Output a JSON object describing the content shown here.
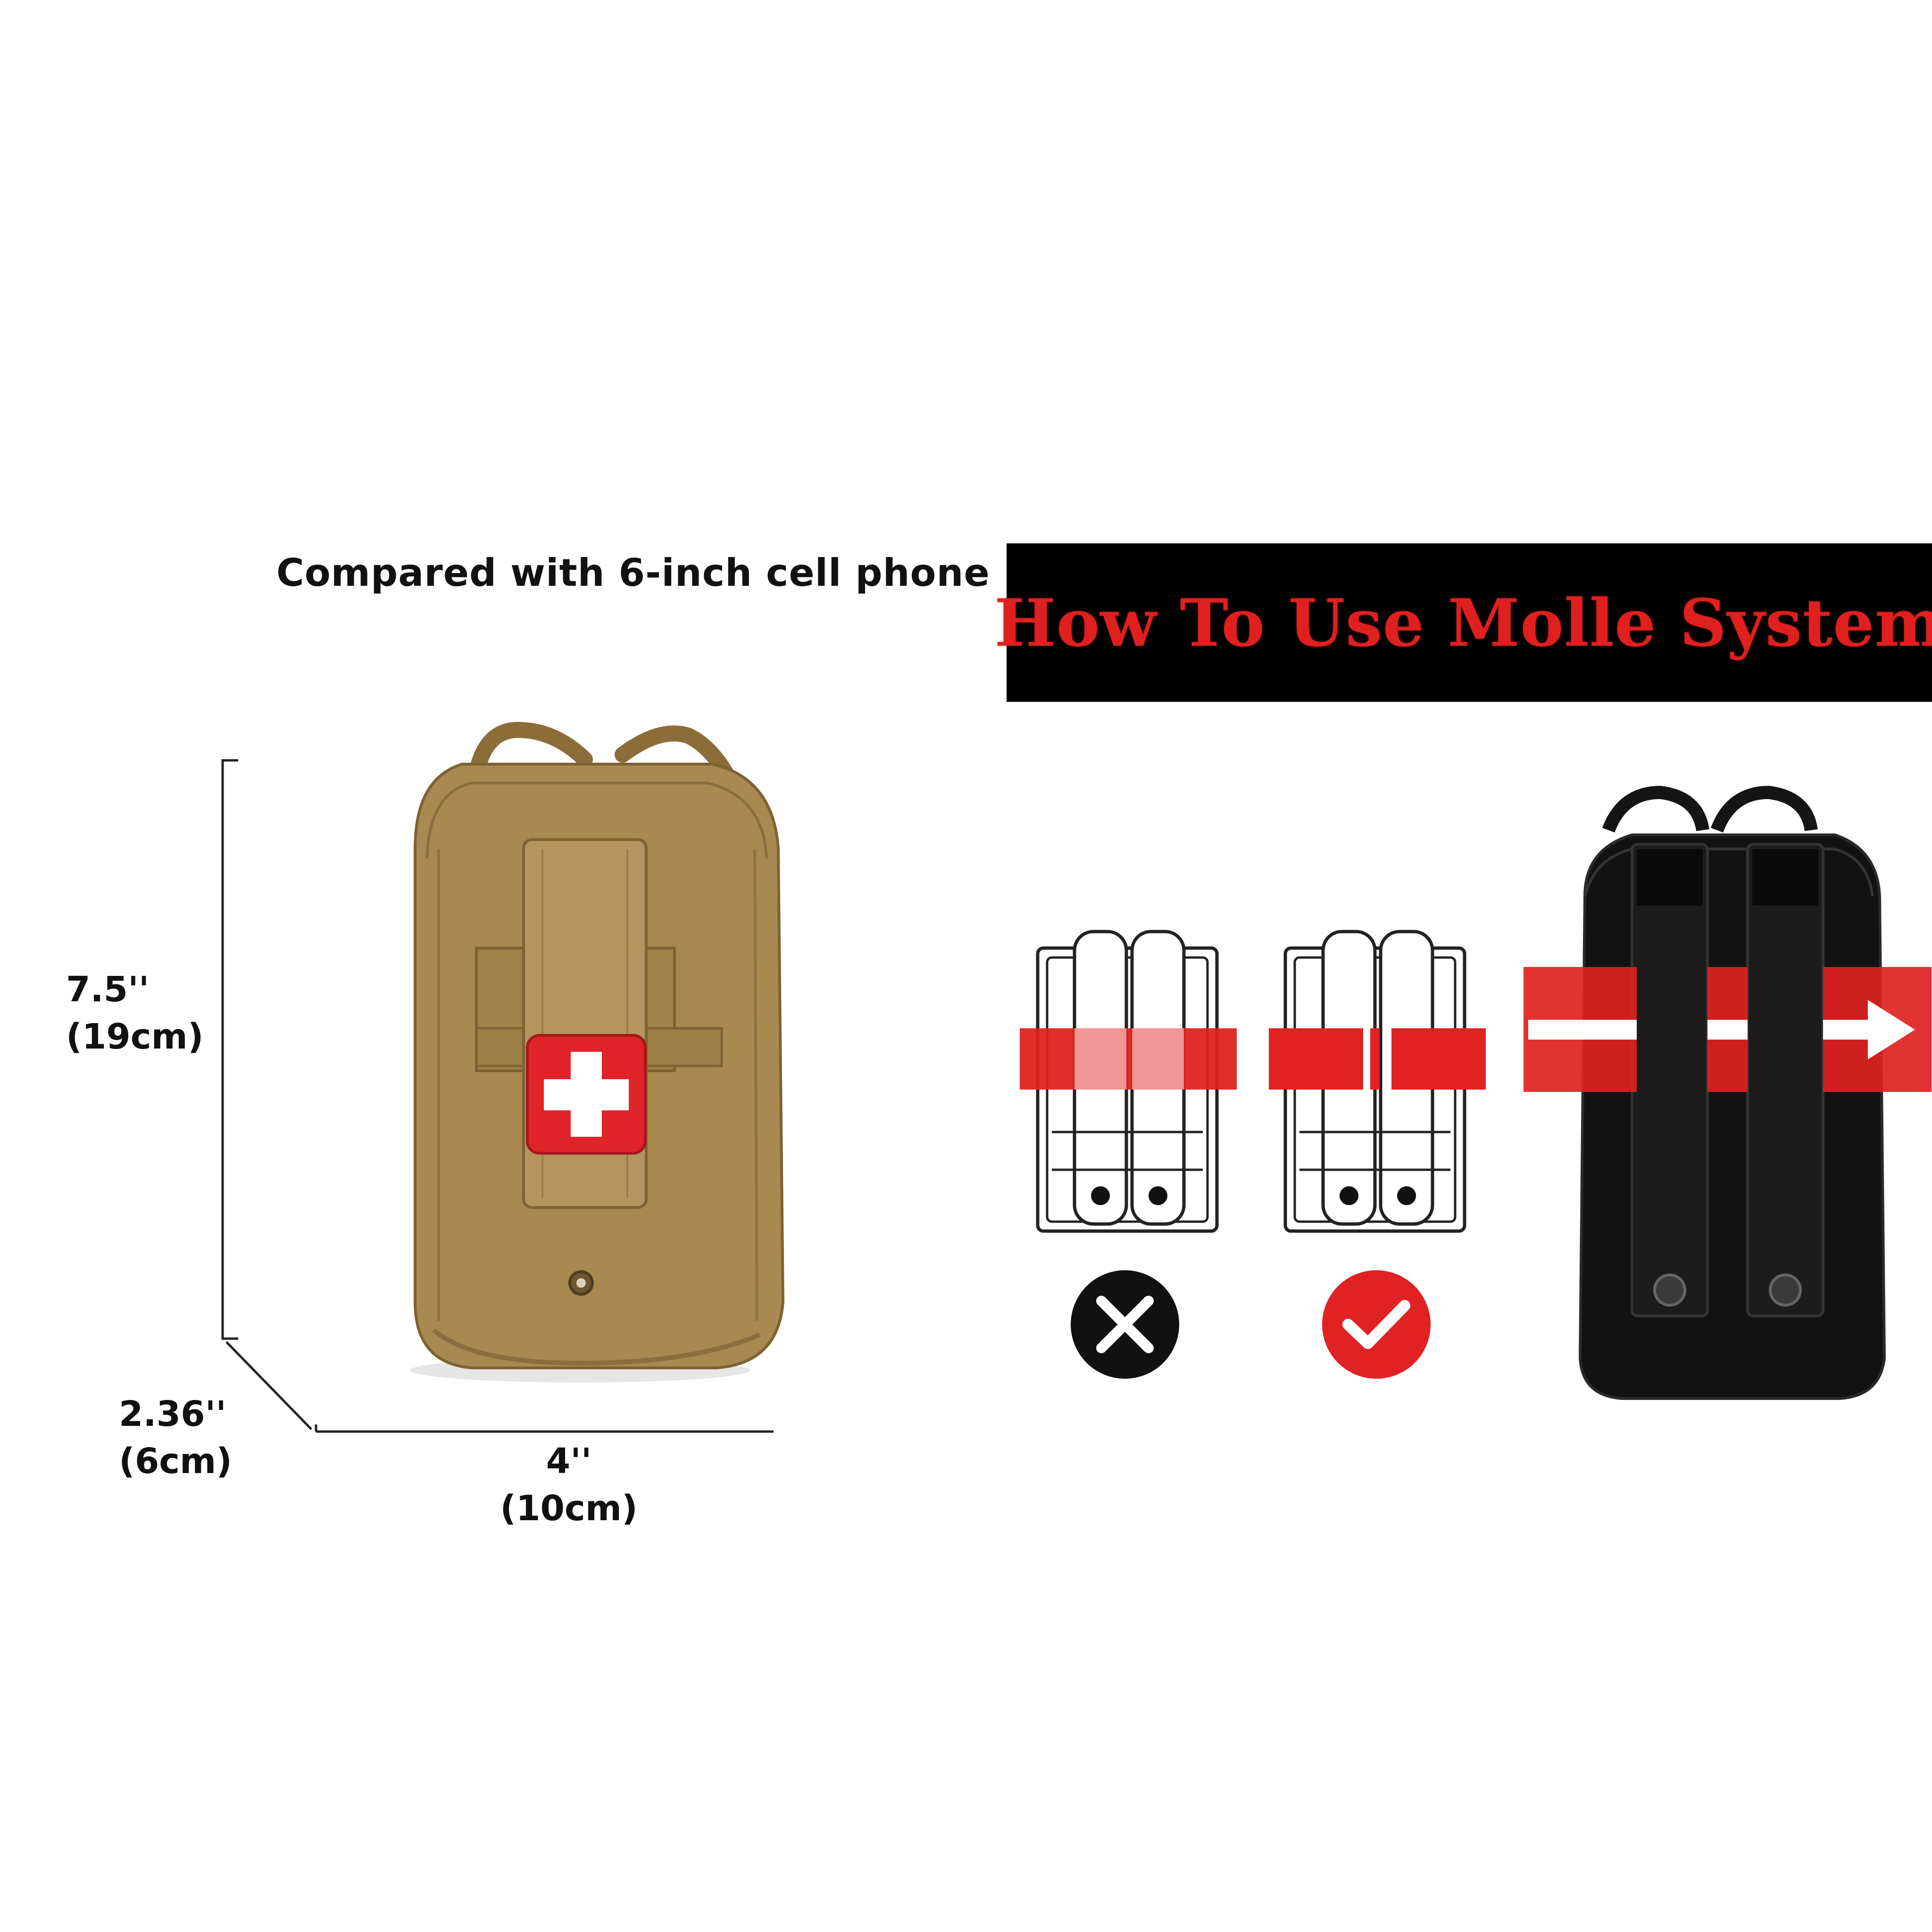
{
  "caption": "Compared with 6-inch cell phone",
  "banner_title": "How To Use Molle System",
  "dimensions": {
    "height_in": "7.5''",
    "height_cm": "(19cm)",
    "depth_in": "2.36''",
    "depth_cm": "(6cm)",
    "width_in": "4''",
    "width_cm": "(10cm)"
  },
  "colors": {
    "pouch": "#a8894f",
    "patch": "#e0252a",
    "strap_red": "#e02222",
    "banner_bg": "#000000",
    "banner_text": "#e0201e"
  },
  "icons": [
    "medical-cross-icon",
    "wrong-x-icon",
    "correct-check-icon",
    "arrow-right-icon"
  ]
}
